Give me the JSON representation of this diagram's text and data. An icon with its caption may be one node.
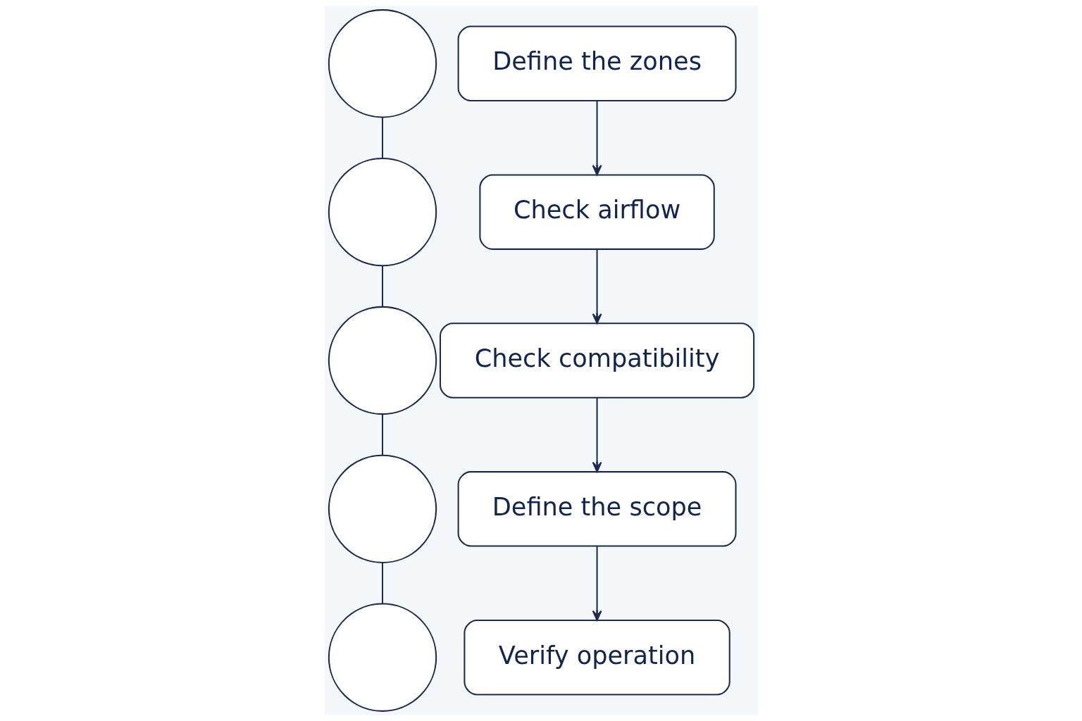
{
  "diagram": {
    "nodes": [
      {
        "text": [],
        "shape": "circle"
      },
      {
        "text": [
          "Define the zones"
        ]
      },
      {
        "text": [],
        "shape": "circle"
      },
      {
        "text": [
          "Check airflow"
        ]
      },
      {
        "text": [],
        "shape": "circle"
      },
      {
        "text": [
          "Check compatibility"
        ]
      },
      {
        "text": [],
        "shape": "circle"
      },
      {
        "text": [
          "Define the scope"
        ]
      },
      {
        "text": [],
        "shape": "circle"
      },
      {
        "text": [
          "Verify operation"
        ]
      }
    ],
    "edges": [
      {
        "from": 1,
        "to": 3,
        "arrow": "to"
      },
      {
        "from": 0,
        "to": 2,
        "arrow": "none"
      },
      {
        "from": 3,
        "to": 5,
        "arrow": "to"
      },
      {
        "from": 2,
        "to": 4,
        "arrow": "none"
      },
      {
        "from": 5,
        "to": 7,
        "arrow": "to"
      },
      {
        "from": 4,
        "to": 6,
        "arrow": "none"
      },
      {
        "from": 7,
        "to": 9,
        "arrow": "to"
      },
      {
        "from": 6,
        "to": 8,
        "arrow": "none"
      }
    ]
  }
}
